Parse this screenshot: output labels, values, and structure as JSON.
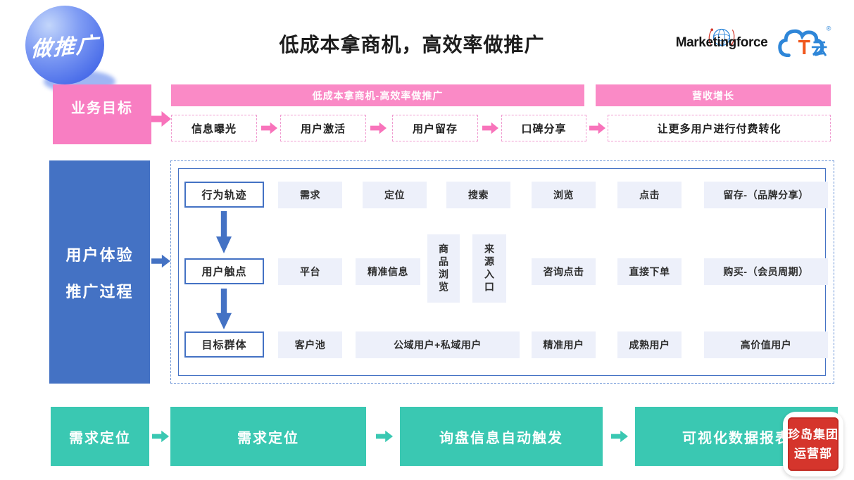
{
  "badge": {
    "label": "做推广"
  },
  "header": {
    "title": "低成本拿商机，高效率做推广",
    "brand_text": "Marketingforce",
    "cloud_t": "T",
    "cloud_yun": "云",
    "registered_mark": "®"
  },
  "goal": {
    "label": "业务目标",
    "banner_left": "低成本拿商机-高效率做推广",
    "banner_right": "营收增长",
    "steps": [
      "信息曝光",
      "用户激活",
      "用户留存",
      "口碑分享",
      "让更多用户进行付费转化"
    ]
  },
  "journey": {
    "label_line1": "用户体验",
    "label_line2": "推广过程",
    "rows": [
      {
        "head": "行为轨迹",
        "cells": [
          "需求",
          "定位",
          "搜索",
          "浏览",
          "点击",
          "留存-（品牌分享）"
        ]
      },
      {
        "head": "用户触点",
        "cells": [
          "平台",
          "精准信息",
          "商品浏览",
          "来源入口",
          "咨询点击",
          "直接下单",
          "购买-（会员周期）"
        ]
      },
      {
        "head": "目标群体",
        "cells": [
          "客户池",
          "公域用户+私域用户",
          "精准用户",
          "成熟用户",
          "高价值用户"
        ]
      }
    ]
  },
  "bottom": {
    "steps": [
      "需求定位",
      "需求定位",
      "询盘信息自动触发",
      "可视化数据报表"
    ]
  },
  "stamp": {
    "line1": "珍岛集团",
    "line2": "运营部"
  },
  "colors": {
    "pink": "#F87EC2",
    "blue": "#4472C4",
    "teal": "#3AC8B2",
    "cell_bg": "#EDF0FA"
  }
}
